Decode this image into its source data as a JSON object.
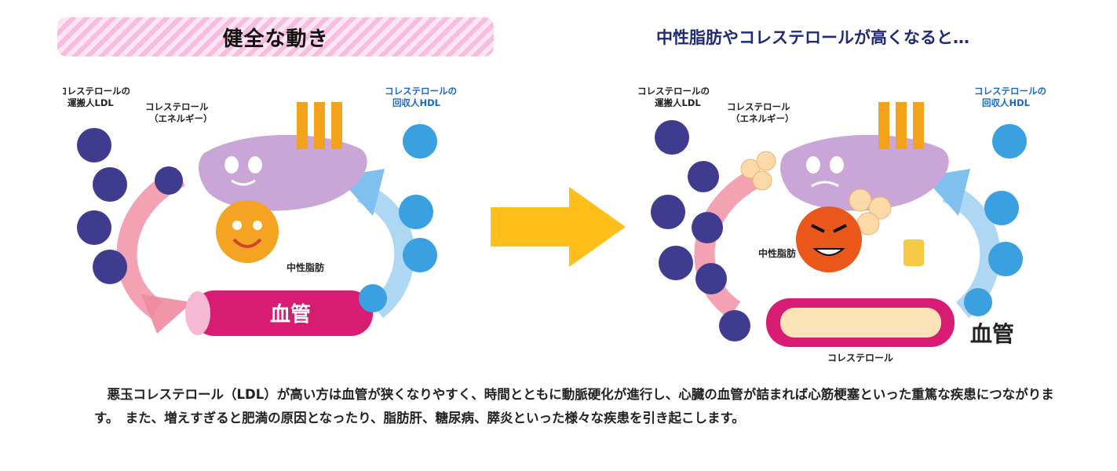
{
  "header": {
    "left_title": "健全な動き",
    "right_title": "中性脂肪やコレステロールが高くなると…"
  },
  "healthy": {
    "ldl_label": [
      "コレステロールの",
      "運搬人LDL"
    ],
    "energy_label": [
      "コレステロール",
      "（エネルギー）"
    ],
    "hdl_label": [
      "コレステロールの",
      "回収人HDL"
    ],
    "fat_label": "中性脂肪",
    "vessel_label": "血管"
  },
  "unhealthy": {
    "ldl_label": [
      "コレステロールの",
      "運搬人LDL"
    ],
    "energy_label": [
      "コレステロール",
      "（エネルギー）"
    ],
    "hdl_label": [
      "コレステロールの",
      "回収人HDL"
    ],
    "fat_label": "中性脂肪",
    "vessel_label": "血管",
    "cholesterol_label": "コレステロール"
  },
  "colors": {
    "header_pink": "#f7bde0",
    "title_navy": "#1f2a7a",
    "arrow_orange": "#ffbf1a",
    "ldl_purple": "#3f3b8f",
    "hdl_blue": "#3aa0e0",
    "vessel_magenta": "#d81b73",
    "liver_lilac": "#c9a5d8"
  },
  "description": "悪玉コレステロール（LDL）が高い方は血管が狭くなりやすく、時間とともに動脈硬化が進行し、心臓の血管が詰まれば心筋梗塞といった重篤な疾患につながります。　また、増えすぎると肥満の原因となったり、脂肪肝、糖尿病、膵炎といった様々な疾患を引き起こします。"
}
